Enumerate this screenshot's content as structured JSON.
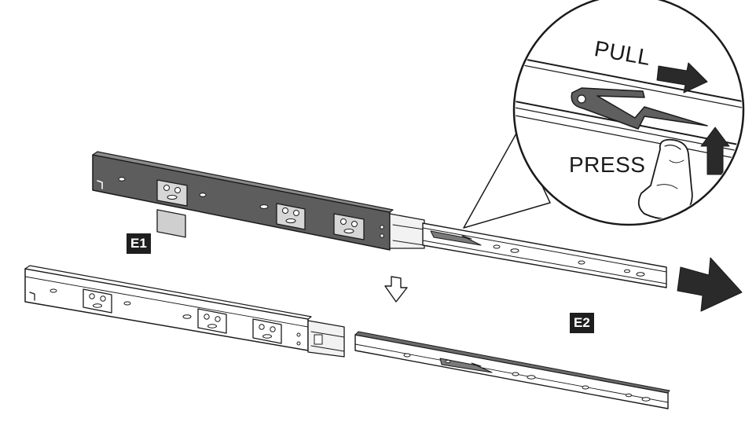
{
  "labels": {
    "e1": "E1",
    "e2": "E2"
  },
  "callout": {
    "pull": "PULL",
    "press": "PRESS"
  },
  "colors": {
    "ink": "#1a1a1a",
    "slide_dark": "#5d5d5d",
    "paper": "#ffffff",
    "tag_bg": "#1e1e1e"
  },
  "icons": [
    "pull-arrow-icon",
    "press-arrow-icon",
    "down-arrow-icon",
    "right-arrow-icon",
    "finger-icon"
  ]
}
